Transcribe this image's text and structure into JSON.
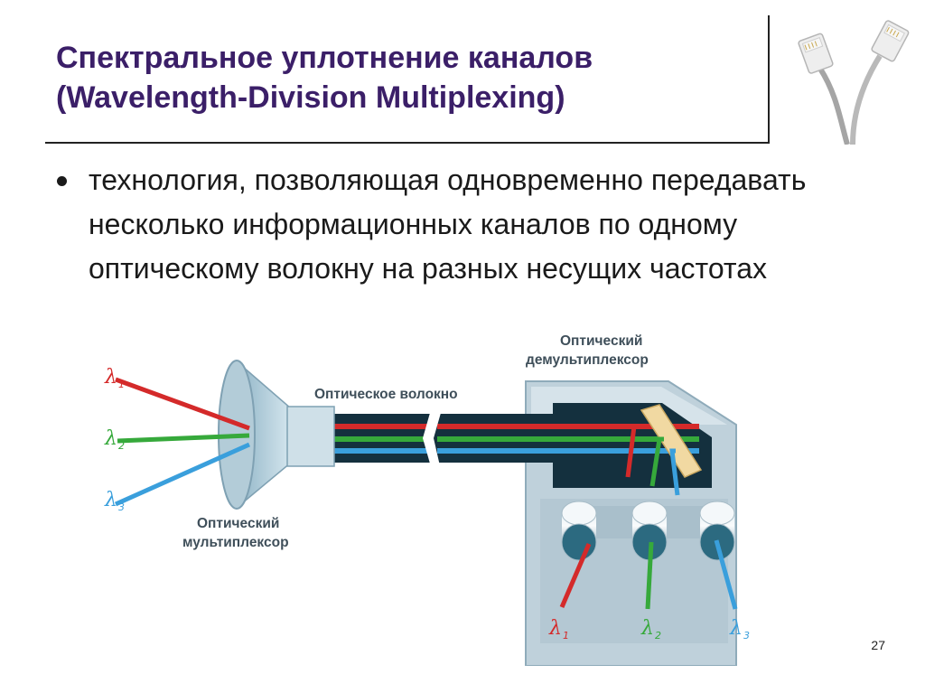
{
  "slide": {
    "title_line1": "Спектральное уплотнение каналов",
    "title_line2": "(Wavelength-Division Multiplexing)",
    "bullet": "технология, позволяющая одновременно передавать несколько информационных каналов по одному оптическому волокну на разных несущих частотах",
    "page_number": "27"
  },
  "diagram": {
    "label_fiber": "Оптическое волокно",
    "label_demux_line1": "Оптический",
    "label_demux_line2": "демультиплексор",
    "label_mux_line1": "Оптический",
    "label_mux_line2": "мультиплексор",
    "lambda_symbol": "λ",
    "inputs": [
      {
        "sub": "1",
        "color": "#d42a2a"
      },
      {
        "sub": "2",
        "color": "#36a93b"
      },
      {
        "sub": "3",
        "color": "#3a9fdc"
      }
    ],
    "outputs": [
      {
        "sub": "1",
        "color": "#d42a2a"
      },
      {
        "sub": "2",
        "color": "#36a93b"
      },
      {
        "sub": "3",
        "color": "#3a9fdc"
      }
    ]
  },
  "icons": {
    "cable": "network-cable-icon"
  }
}
